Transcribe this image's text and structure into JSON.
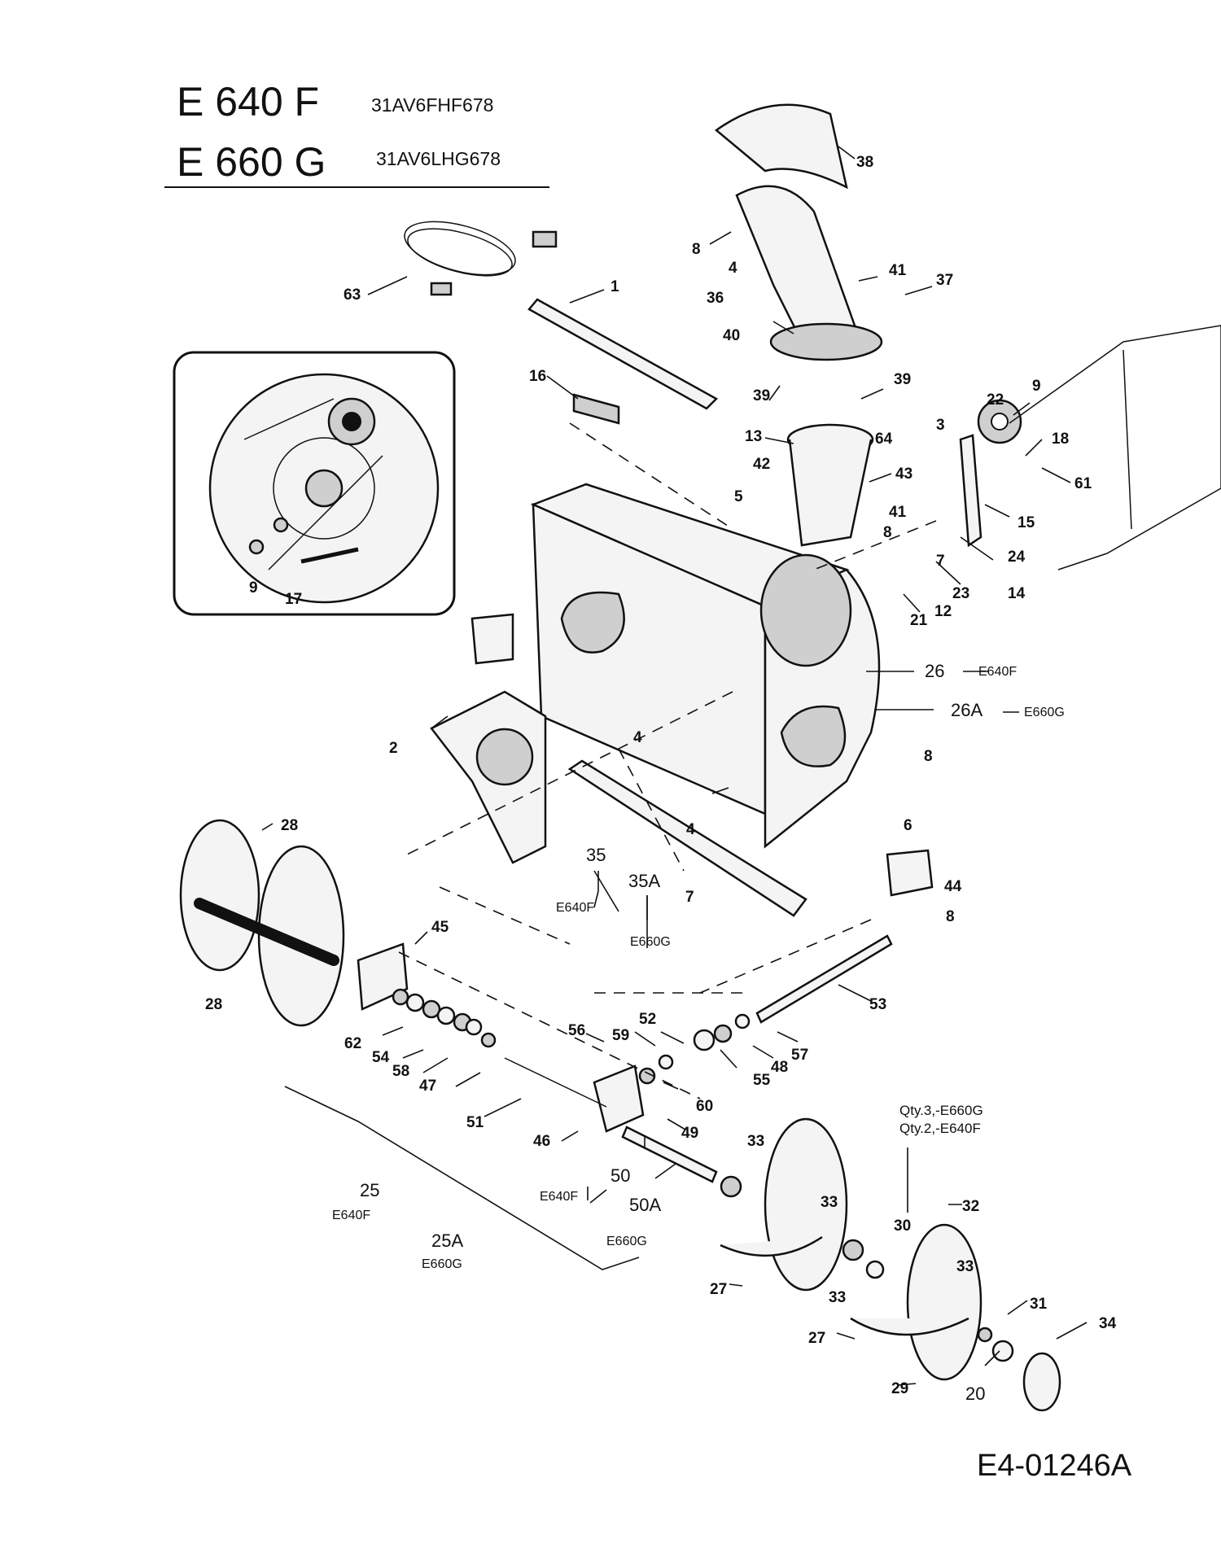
{
  "header": {
    "models": [
      {
        "name": "E 640 F",
        "code": "31AV6FHF678"
      },
      {
        "name": "E 660 G",
        "code": "31AV6LHG678"
      }
    ]
  },
  "footer": {
    "drawing_number": "E4-01246A"
  },
  "callouts": {
    "c1": "1",
    "c2": "2",
    "c3": "3",
    "c4a": "4",
    "c4b": "4",
    "c4c": "4",
    "c5": "5",
    "c6": "6",
    "c7a": "7",
    "c7b": "7",
    "c8a": "8",
    "c8b": "8",
    "c8c": "8",
    "c8d": "8",
    "c9a": "9",
    "c9b": "9",
    "c12": "12",
    "c13": "13",
    "c14": "14",
    "c15": "15",
    "c16": "16",
    "c17": "17",
    "c18": "18",
    "c20": "20",
    "c21": "21",
    "c22": "22",
    "c23": "23",
    "c24": "24",
    "c25": "25",
    "c25a": "25A",
    "c26": "26",
    "c26a": "26A",
    "c27a": "27",
    "c27b": "27",
    "c28a": "28",
    "c28b": "28",
    "c29": "29",
    "c30": "30",
    "c31": "31",
    "c32": "32",
    "c33a": "33",
    "c33b": "33",
    "c33c": "33",
    "c33d": "33",
    "c34": "34",
    "c35": "35",
    "c35a": "35A",
    "c36": "36",
    "c37": "37",
    "c38": "38",
    "c39a": "39",
    "c39b": "39",
    "c40": "40",
    "c41a": "41",
    "c41b": "41",
    "c42": "42",
    "c43": "43",
    "c44": "44",
    "c45": "45",
    "c46": "46",
    "c47": "47",
    "c48": "48",
    "c49": "49",
    "c50": "50",
    "c50a": "50A",
    "c51": "51",
    "c52": "52",
    "c53": "53",
    "c54": "54",
    "c55": "55",
    "c56": "56",
    "c57": "57",
    "c58": "58",
    "c59": "59",
    "c60": "60",
    "c61": "61",
    "c62": "62",
    "c63": "63",
    "c64": "64"
  },
  "variants": {
    "v26": "E640F",
    "v26a": "E660G",
    "v35": "E640F",
    "v35a": "E660G",
    "v25": "E640F",
    "v25a": "E660G",
    "v50": "E640F",
    "v50a": "E660G"
  },
  "qty_note": {
    "line1": "Qty.3,-E660G",
    "line2": "Qty.2,-E640F"
  }
}
